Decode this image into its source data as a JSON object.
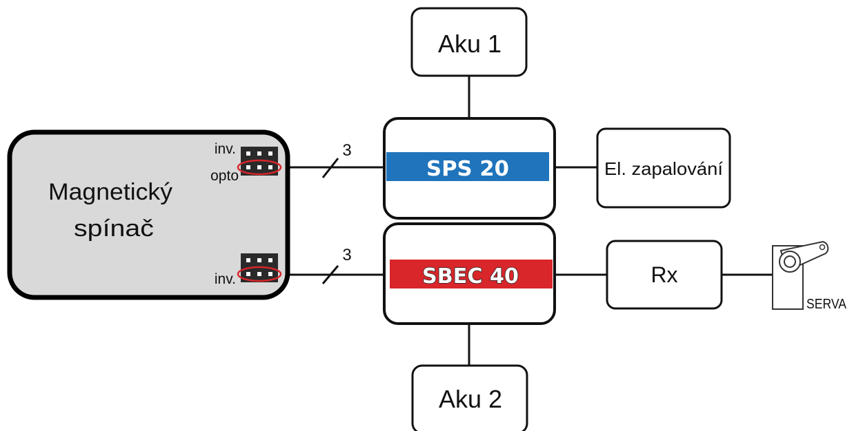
{
  "diagram": {
    "switch": {
      "title_line1": "Magnetický",
      "title_line2": "spínač",
      "port_top_label1": "inv.",
      "port_top_label2": "opto",
      "port_bottom_label": "inv."
    },
    "sps": {
      "label": "SPS 20",
      "color": "#1f74bb"
    },
    "sbec": {
      "label": "SBEC 40",
      "color": "#d8262a"
    },
    "aku1": "Aku 1",
    "aku2": "Aku 2",
    "ignition": "El. zapalování",
    "rx": "Rx",
    "servo_label": "SERVA",
    "wire_count_top": "3",
    "wire_count_bottom": "3",
    "highlight_color": "#d8262a",
    "panel_color": "#d9d9d9"
  }
}
